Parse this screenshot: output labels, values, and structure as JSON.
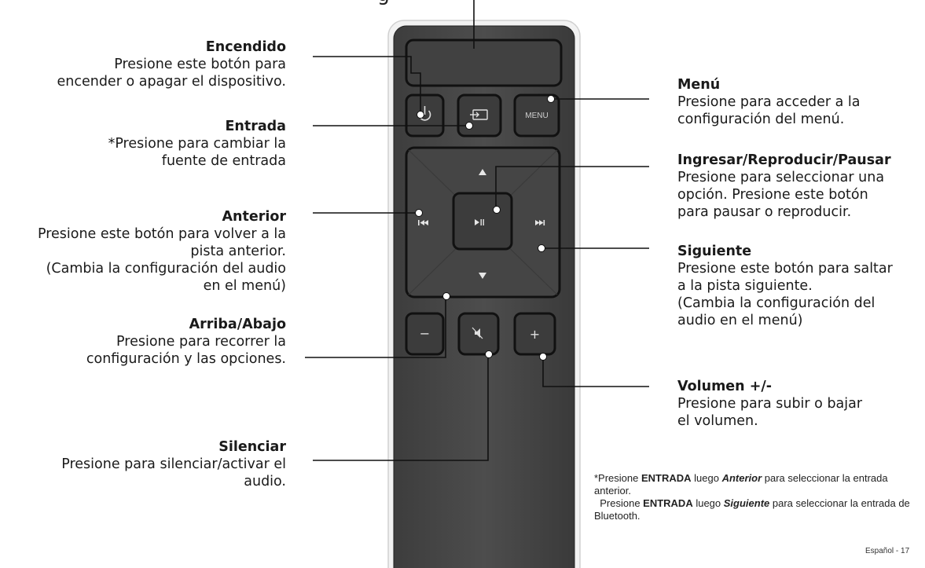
{
  "top_label": "g",
  "labels": {
    "encendido": {
      "title": "Encendido",
      "desc": "Presione este botón para\nencender o apagar el dispositivo."
    },
    "entrada": {
      "title": "Entrada",
      "desc": "*Presione para cambiar la\nfuente de entrada"
    },
    "anterior": {
      "title": "Anterior",
      "desc": "Presione este botón para volver a la\npista anterior.\n(Cambia la configuración del audio\nen el menú)"
    },
    "arriba_abajo": {
      "title": "Arriba/Abajo",
      "desc": "Presione para recorrer la\nconfiguración y las opciones."
    },
    "silenciar": {
      "title": "Silenciar",
      "desc": "Presione para silenciar/activar el\naudio."
    },
    "menu": {
      "title": "Menú",
      "desc": "Presione para acceder a la\nconfiguración del menú."
    },
    "ingresar": {
      "title": "Ingresar/Reproducir/Pausar",
      "desc": "Presione para seleccionar una\nopción. Presione este botón\npara pausar o reproducir."
    },
    "siguiente": {
      "title": "Siguiente",
      "desc": "Presione este botón para saltar\na la pista siguiente.\n(Cambia la configuración del\naudio en el menú)"
    },
    "volumen": {
      "title": "Volumen +/-",
      "desc": "Presione para subir o bajar\nel volumen."
    }
  },
  "remote": {
    "menu_text": "MENU",
    "minus": "−",
    "plus": "+",
    "icons": {
      "power": "power-icon",
      "input": "input-icon",
      "up": "triangle-up-icon",
      "down": "triangle-down-icon",
      "prev": "previous-track-icon",
      "next": "next-track-icon",
      "play_pause": "play-pause-icon",
      "mute": "mute-icon"
    }
  },
  "footnote": {
    "line1_a": "*Presione ",
    "line1_b": "ENTRADA",
    "line1_c": " luego ",
    "line1_d": "Anterior",
    "line1_e": " para seleccionar la entrada anterior.",
    "line2_a": "Presione ",
    "line2_b": "ENTRADA",
    "line2_c": " luego ",
    "line2_d": "Siguiente",
    "line2_e": " para seleccionar la entrada de Bluetooth."
  },
  "page_number": "Español - 17",
  "colors": {
    "remote_body": "#4a4a4a",
    "remote_outline": "#1c1c1c",
    "button": "#3e3e3e",
    "glyph": "#d8d8d8",
    "leader": "#111111"
  }
}
